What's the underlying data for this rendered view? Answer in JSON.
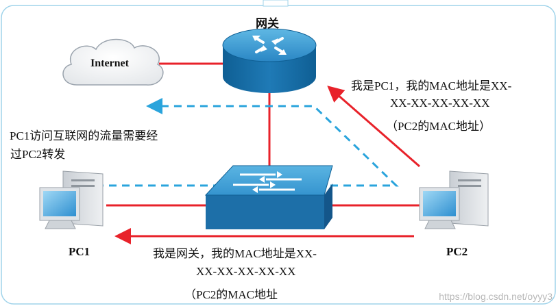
{
  "labels": {
    "gateway": "网关",
    "internet": "Internet",
    "pc1": "PC1",
    "pc2": "PC2",
    "left_note_line1": "PC1访问互联网的流量需要经",
    "left_note_line2": "过PC2转发",
    "top_msg_line1": "我是PC1，我的MAC地址是XX-",
    "top_msg_line2": "XX-XX-XX-XX-XX",
    "top_msg_line3": "（PC2的MAC地址）",
    "bottom_msg_line1": "我是网关，我的MAC地址是XX-",
    "bottom_msg_line2": "XX-XX-XX-XX-XX",
    "bottom_msg_line3": "（PC2的MAC地址"
  },
  "watermark": "https://blog.csdn.net/oyyy3",
  "colors": {
    "link_line": "#e8222a",
    "spoof_arrow": "#e8222a",
    "traffic_dash": "#2aa4dc",
    "frame_border": "#9fd3ea",
    "device_blue": "#1d7ab8"
  },
  "icons": [
    "router-icon",
    "switch-icon",
    "cloud-icon",
    "pc-icon"
  ]
}
